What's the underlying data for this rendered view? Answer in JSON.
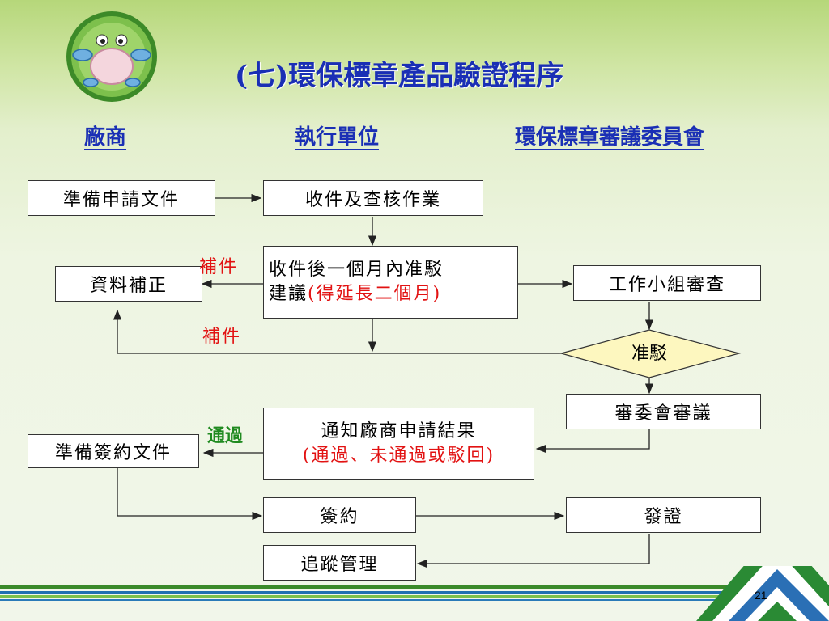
{
  "slide": {
    "title": "(七)環保標章產品驗證程序",
    "page_number": "21"
  },
  "columns": {
    "manufacturer": "廠商",
    "executing_unit": "執行單位",
    "committee": "環保標章審議委員會"
  },
  "boxes": {
    "prepare_application": "準備申請文件",
    "receive_review": "收件及查核作業",
    "decision_line1": "收件後一個月內准駁",
    "decision_line2_prefix": "建議",
    "decision_line2_note": "(得延長二個月)",
    "data_correction": "資料補正",
    "working_group_review": "工作小組審查",
    "committee_review": "審委會審議",
    "notify_result_line1": "通知廠商申請結果",
    "notify_result_line2": "(通過、未通過或駁回)",
    "prepare_contract": "準備簽約文件",
    "sign_contract": "簽約",
    "issue_certificate": "發證",
    "tracking_management": "追蹤管理"
  },
  "decision": {
    "approve_reject": "准駁"
  },
  "labels": {
    "supplement_1": "補件",
    "supplement_2": "補件",
    "pass": "通過"
  },
  "colors": {
    "title": "#1a2fb5",
    "note_red": "#e21212",
    "pass_green": "#1f8a1f",
    "diamond_fill": "#fdf7bf"
  }
}
